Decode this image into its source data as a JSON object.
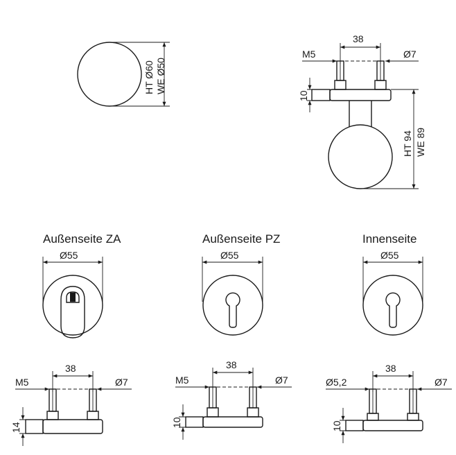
{
  "knob_top": {
    "diameter_ht": "HT Ø60",
    "diameter_we": "WE Ø50"
  },
  "knob_side": {
    "spacing": "38",
    "thread": "M5",
    "pin": "Ø7",
    "rose_height": "10",
    "height_ht": "HT 94",
    "height_we": "WE 89"
  },
  "roses": [
    {
      "title": "Außenseite ZA",
      "diameter": "Ø55"
    },
    {
      "title": "Außenseite PZ",
      "diameter": "Ø55"
    },
    {
      "title": "Innenseite",
      "diameter": "Ø55"
    }
  ],
  "sections": [
    {
      "spacing": "38",
      "left_label": "M5",
      "right_label": "Ø7",
      "height": "14"
    },
    {
      "spacing": "38",
      "left_label": "M5",
      "right_label": "Ø7",
      "height": "10"
    },
    {
      "spacing": "38",
      "left_label": "Ø5,2",
      "right_label": "Ø7",
      "height": "10"
    }
  ]
}
